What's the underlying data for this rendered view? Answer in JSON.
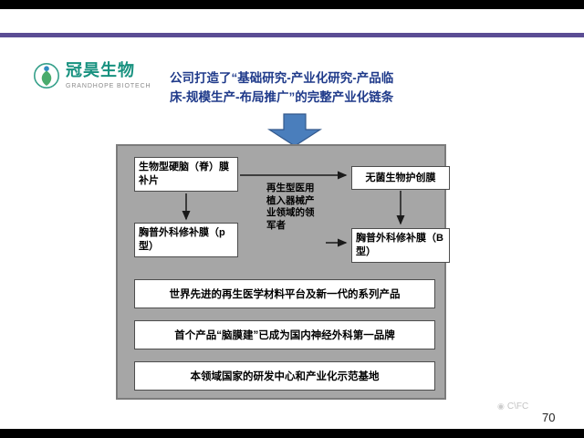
{
  "logo": {
    "name": "冠昊生物",
    "subtitle": "GRANDHOPE BIOTECH"
  },
  "title": {
    "line1": "公司打造了“基础研究-产业化研究-产品临",
    "line2": "床-规模生产-布局推广”的完整产业化链条"
  },
  "diagram": {
    "box_top_left": "生物型硬脑（脊）膜补片",
    "box_top_right": "无菌生物护创膜",
    "center_text": "再生型医用植入器械产业领域的领军者",
    "box_mid_left": "胸普外科修补膜（p型）",
    "box_mid_right": "胸普外科修补膜（B型）",
    "wide_box_1": "世界先进的再生医学材料平台及新一代的系列产品",
    "wide_box_2": "首个产品“脑膜建”已成为国内神经外科第一品牌",
    "wide_box_3": "本领域国家的研发中心和产业化示范基地"
  },
  "footer": {
    "watermark": "C\\FC",
    "page_number": "70"
  },
  "colors": {
    "accent_purple": "#5b4d94",
    "arrow_blue": "#4a7ebc",
    "title_blue": "#1f3a8a",
    "diagram_gray": "#a6a6a6",
    "logo_teal": "#17917f"
  }
}
